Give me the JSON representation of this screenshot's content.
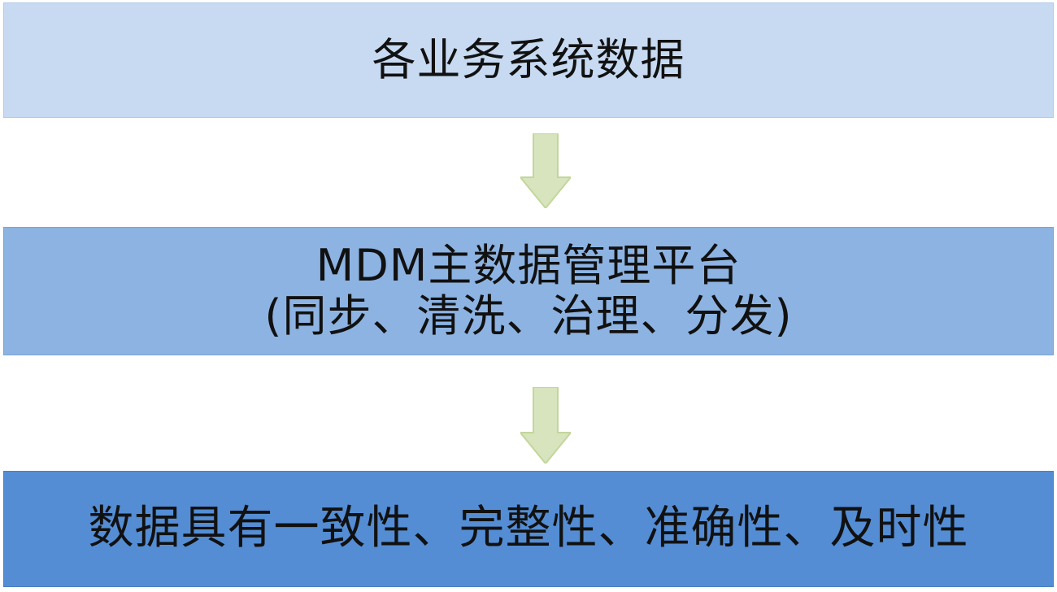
{
  "flow": {
    "source_box": {
      "label": "各业务系统数据"
    },
    "platform_box": {
      "title": "MDM主数据管理平台",
      "subtitle": "(同步、清洗、治理、分发)"
    },
    "result_box": {
      "label": "数据具有一致性、完整性、准确性、及时性"
    }
  },
  "colors": {
    "source_fill": "#c7daf2",
    "platform_fill": "#8db3e2",
    "result_fill": "#548dd4",
    "arrow_fill": "#d7e4bd",
    "arrow_stroke": "#c3d69b"
  },
  "icons": {
    "arrow": "arrow-down-icon"
  }
}
